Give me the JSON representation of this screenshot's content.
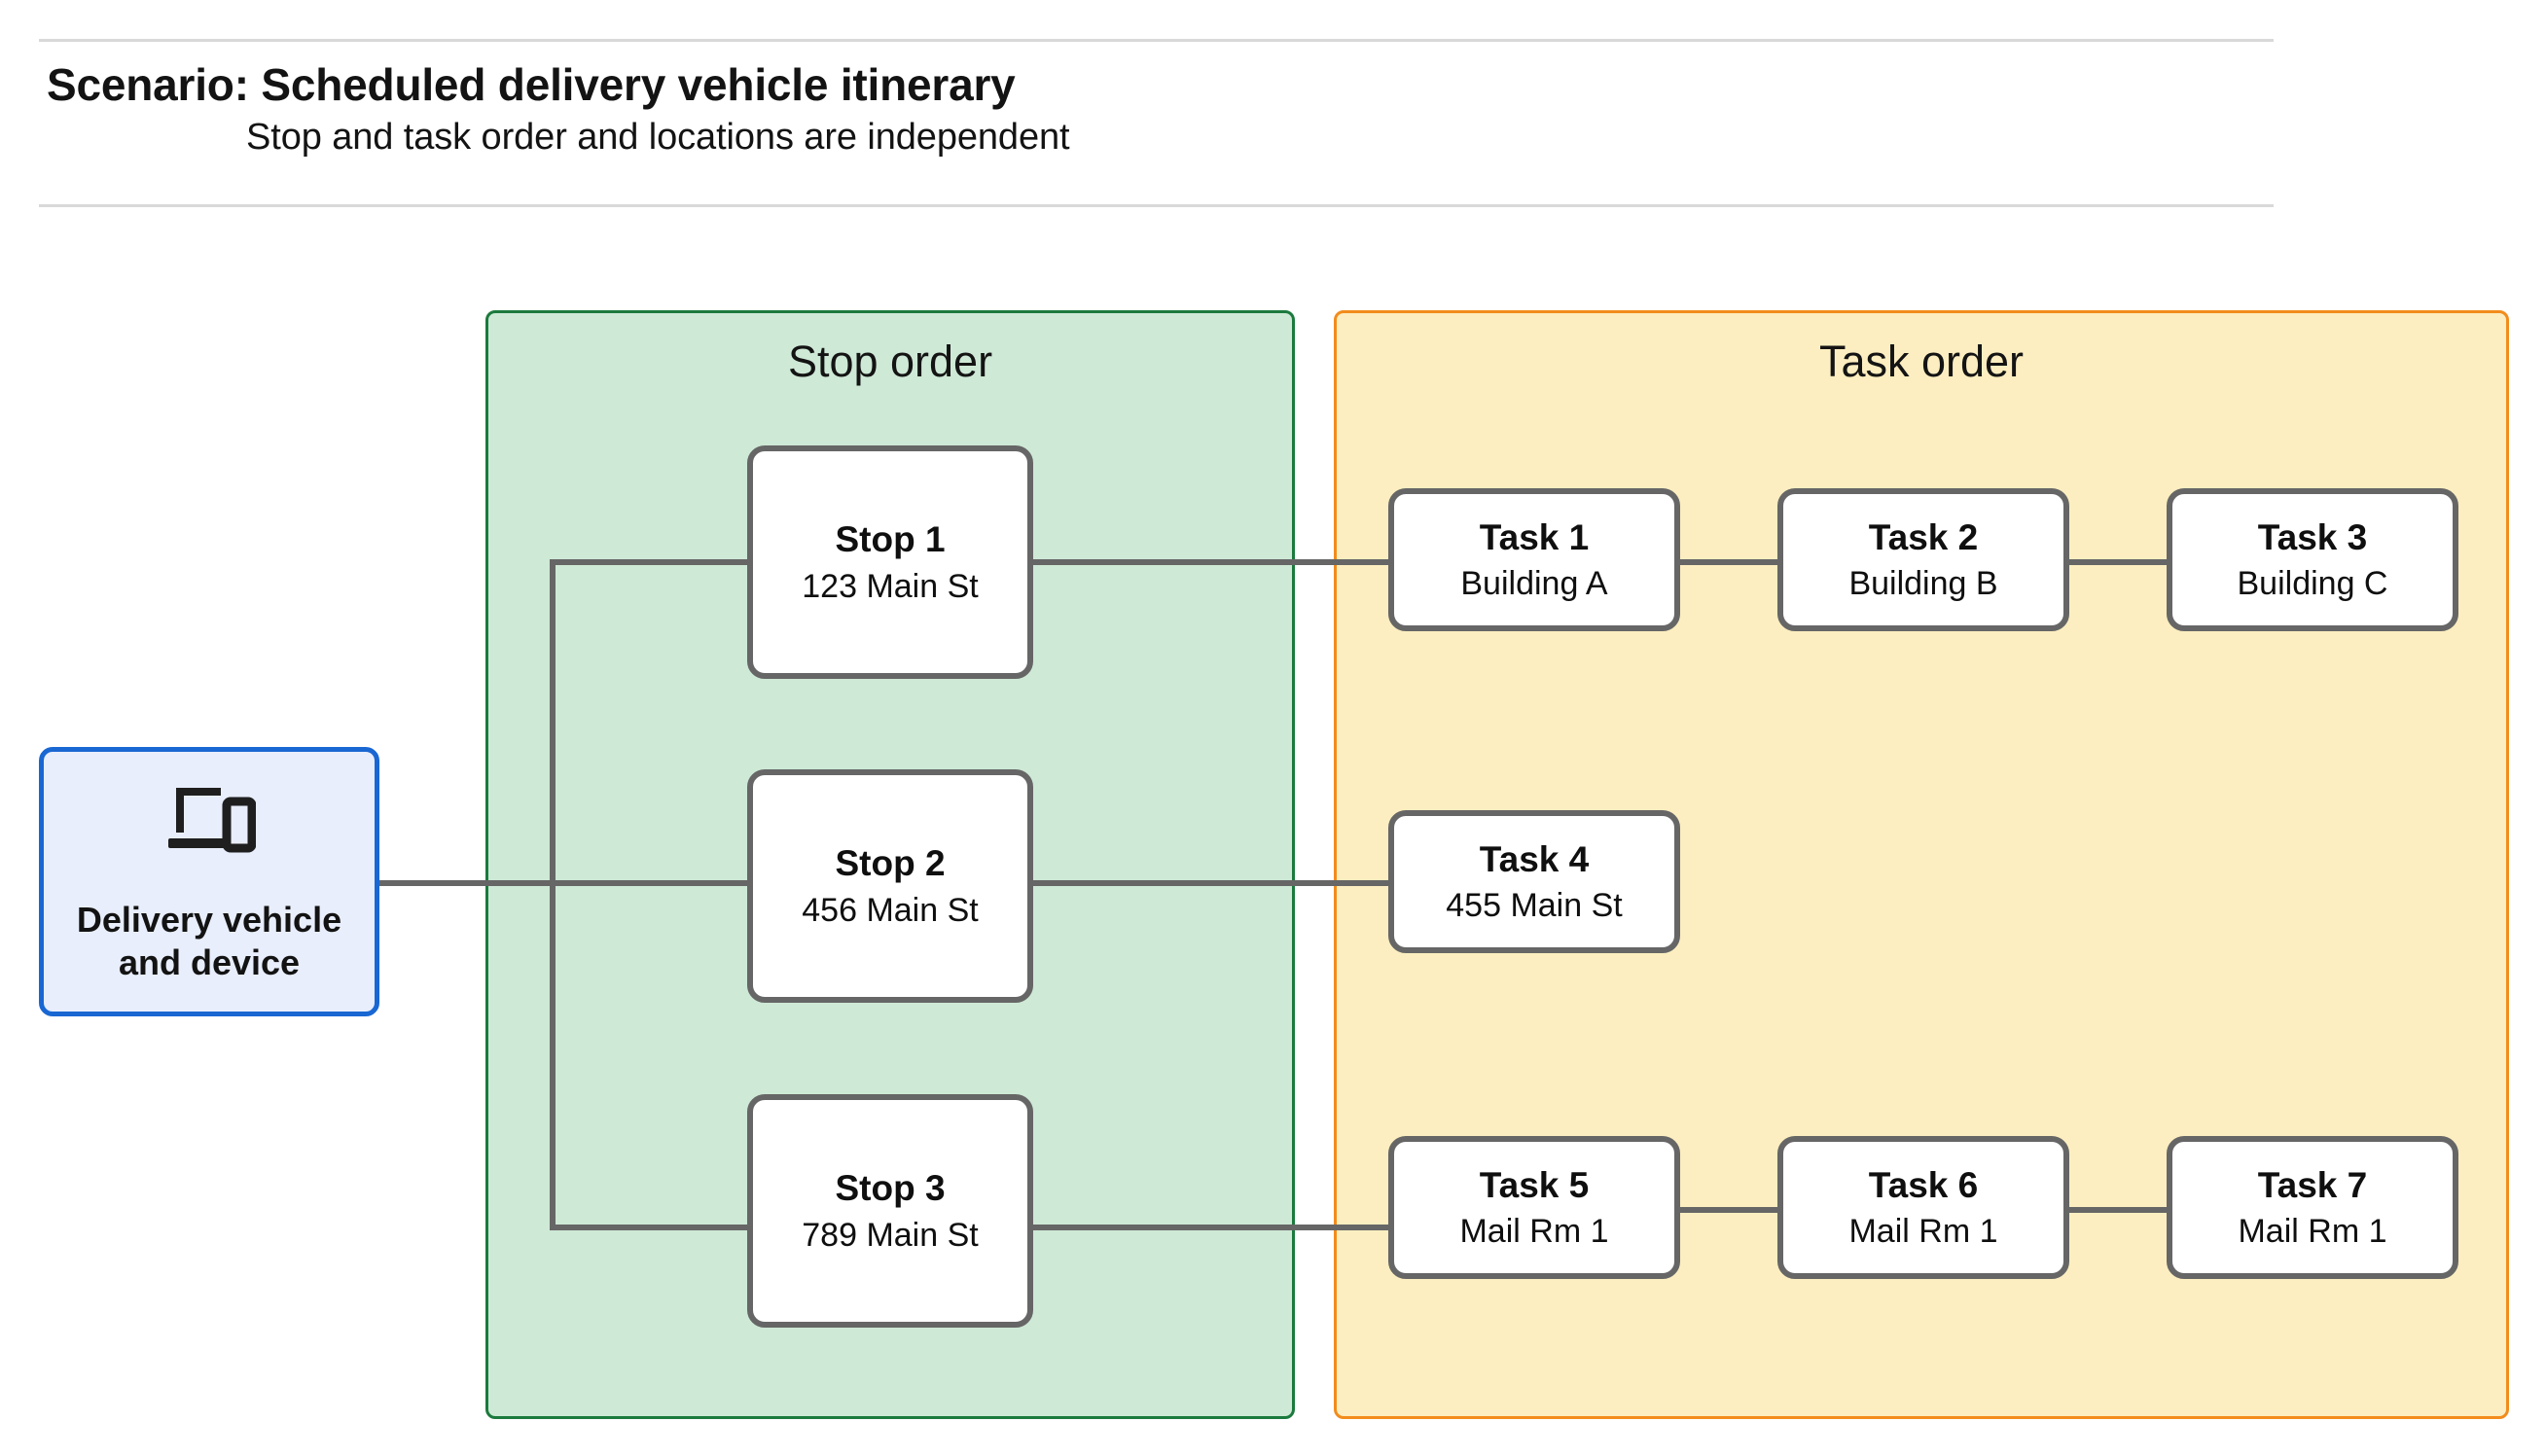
{
  "header": {
    "title": "Scenario: Scheduled delivery vehicle itinerary",
    "subtitle": "Stop and task order and locations are independent"
  },
  "vehicle": {
    "icon": "devices-laptop-phone-icon",
    "label_line1": "Delivery vehicle",
    "label_line2": "and device",
    "border_color": "#1967d2",
    "fill_color": "#e8eefc"
  },
  "panels": {
    "stop": {
      "title": "Stop order",
      "fill_color": "#cee9d6",
      "border_color": "#1b7a3d"
    },
    "task": {
      "title": "Task order",
      "fill_color": "#fceec0",
      "border_color": "#f28c1c"
    }
  },
  "stops": [
    {
      "title": "Stop 1",
      "subtitle": "123 Main St"
    },
    {
      "title": "Stop 2",
      "subtitle": "456 Main St"
    },
    {
      "title": "Stop 3",
      "subtitle": "789 Main St"
    }
  ],
  "tasks": [
    {
      "title": "Task 1",
      "subtitle": "Building A"
    },
    {
      "title": "Task 2",
      "subtitle": "Building B"
    },
    {
      "title": "Task 3",
      "subtitle": "Building C"
    },
    {
      "title": "Task 4",
      "subtitle": "455 Main St"
    },
    {
      "title": "Task 5",
      "subtitle": "Mail Rm 1"
    },
    {
      "title": "Task 6",
      "subtitle": "Mail Rm 1"
    },
    {
      "title": "Task 7",
      "subtitle": "Mail Rm 1"
    }
  ],
  "connector_color": "#666666"
}
